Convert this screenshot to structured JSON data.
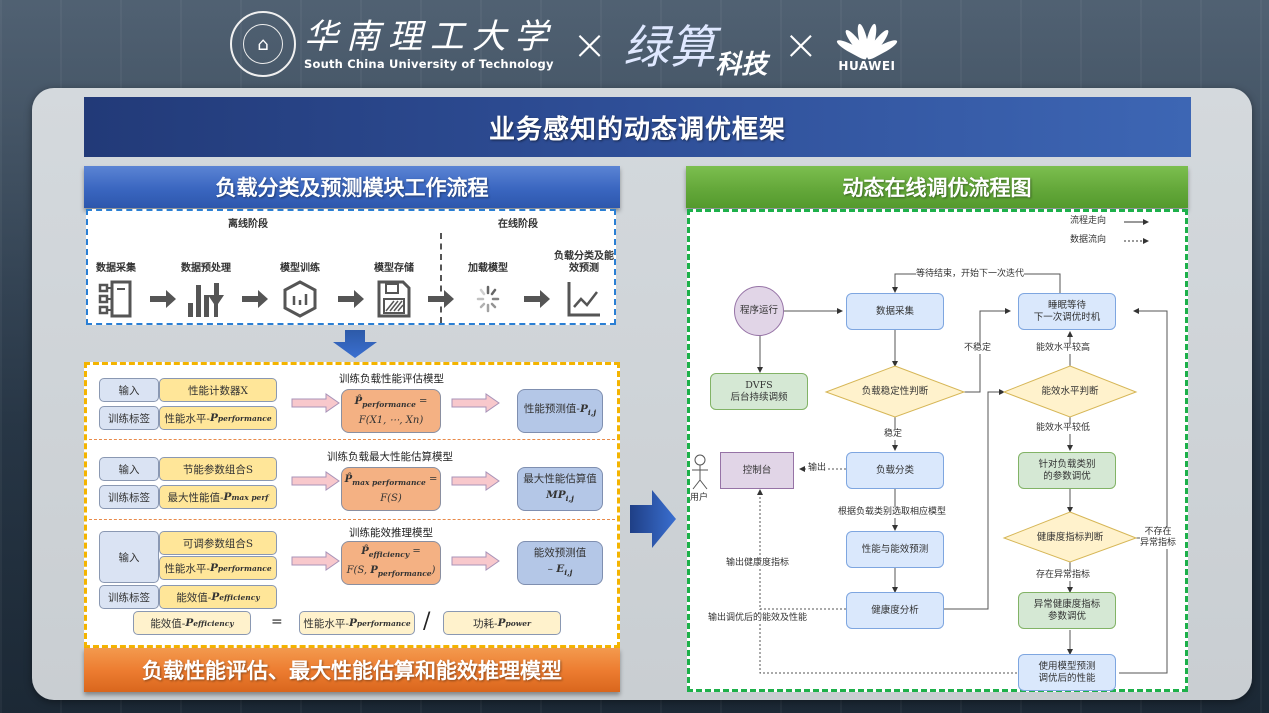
{
  "header": {
    "university_cn": "华南理工大学",
    "university_en": "South China University of Technology",
    "times_symbol": "×",
    "partner_cn_a": "绿算",
    "partner_cn_b": "科技",
    "huawei": "HUAWEI"
  },
  "main_title": "业务感知的动态调优框架",
  "left": {
    "title": "负载分类及预测模块工作流程",
    "offline_label": "离线阶段",
    "online_label": "在线阶段",
    "steps": [
      {
        "label": "数据采集",
        "icon": "data-collection-icon"
      },
      {
        "label": "数据预处理",
        "icon": "data-preprocess-icon"
      },
      {
        "label": "模型训练",
        "icon": "model-training-icon"
      },
      {
        "label": "模型存储",
        "icon": "save-disk-icon"
      },
      {
        "label": "加载模型",
        "icon": "loading-spinner-icon"
      },
      {
        "label": "负载分类及能效预测",
        "icon": "line-chart-icon"
      }
    ],
    "models": [
      {
        "caption": "训练负载性能评估模型",
        "input_label": "输入",
        "input_value": "性能计数器X",
        "train_label": "训练标签",
        "train_value": "性能水平-",
        "train_sym": "P",
        "train_sub": "performance",
        "formula_lhs": "P̂",
        "formula_lhs_sub": "performance",
        "formula_eq": "=",
        "formula_rhs": "F(X1,  ⋯,  Xn)",
        "result_text": "性能预测值-",
        "result_sym": "P",
        "result_sub": "i,j"
      },
      {
        "caption": "训练负载最大性能估算模型",
        "input_label": "输入",
        "input_value": "节能参数组合S",
        "train_label": "训练标签",
        "train_value": "最大性能值-",
        "train_sym": "P",
        "train_sub": "max perf",
        "formula_lhs": "P̂",
        "formula_lhs_sub": "max performance",
        "formula_eq": "=",
        "formula_rhs": "F(S)",
        "result_text": "最大性能估算值",
        "result_sym": "MP",
        "result_sub": "i,j"
      },
      {
        "caption": "训练能效推理模型",
        "input_label": "输入",
        "input_value_1": "可调参数组合S",
        "input_value_2": "性能水平-",
        "input_sym_2": "P",
        "input_sub_2": "performance",
        "train_label": "训练标签",
        "train_value": "能效值-",
        "train_sym": "P",
        "train_sub": "efficiency",
        "formula_lhs": "P̂",
        "formula_lhs_sub": "efficiency",
        "formula_eq": "=",
        "formula_rhs_a": "F(S, ",
        "formula_rhs_sym": "P",
        "formula_rhs_sub": "performance",
        "formula_rhs_b": ")",
        "result_text": "能效预测值",
        "result_dash": "– ",
        "result_sym": "E",
        "result_sub": "i,j"
      }
    ],
    "equation": {
      "lhs_text": "能效值-",
      "lhs_sym": "P",
      "lhs_sub": "efficiency",
      "eq": "=",
      "num_text": "性能水平-",
      "num_sym": "P",
      "num_sub": "performance",
      "div": "/",
      "den_text": "功耗-",
      "den_sym": "P",
      "den_sub": "power"
    },
    "footer": "负载性能评估、最大性能估算和能效推理模型"
  },
  "right": {
    "title": "动态在线调优流程图",
    "legend": {
      "process_flow": "流程走向",
      "data_flow": "数据流向"
    },
    "nodes": {
      "program_run": "程序运行",
      "dvfs_line1": "DVFS",
      "dvfs_line2": "后台持续调频",
      "data_collect": "数据采集",
      "sleep_line1": "睡眠等待",
      "sleep_line2": "下一次调优时机",
      "stability_check": "负载稳定性判断",
      "efficiency_check": "能效水平判断",
      "console": "控制台",
      "user": "用户",
      "classify": "负载分类",
      "param_tune_line1": "针对负载类别",
      "param_tune_line2": "的参数调优",
      "predict": "性能与能效预测",
      "health_check": "健康度指标判断",
      "health_analysis": "健康度分析",
      "abnormal_tune_line1": "异常健康度指标",
      "abnormal_tune_line2": "参数调优",
      "model_predict_line1": "使用模型预测",
      "model_predict_line2": "调优后的性能"
    },
    "edges": {
      "wait_end": "等待结束，开始下一次迭代",
      "unstable": "不稳定",
      "stable": "稳定",
      "high_eff": "能效水平较高",
      "low_eff": "能效水平较低",
      "output": "输出",
      "select_model": "根据负载类别选取相应模型",
      "output_health": "输出健康度指标",
      "output_tuned": "输出调优后的能效及性能",
      "has_abnormal": "存在异常指标",
      "no_abnormal_1": "不存在",
      "no_abnormal_2": "异常指标"
    }
  }
}
